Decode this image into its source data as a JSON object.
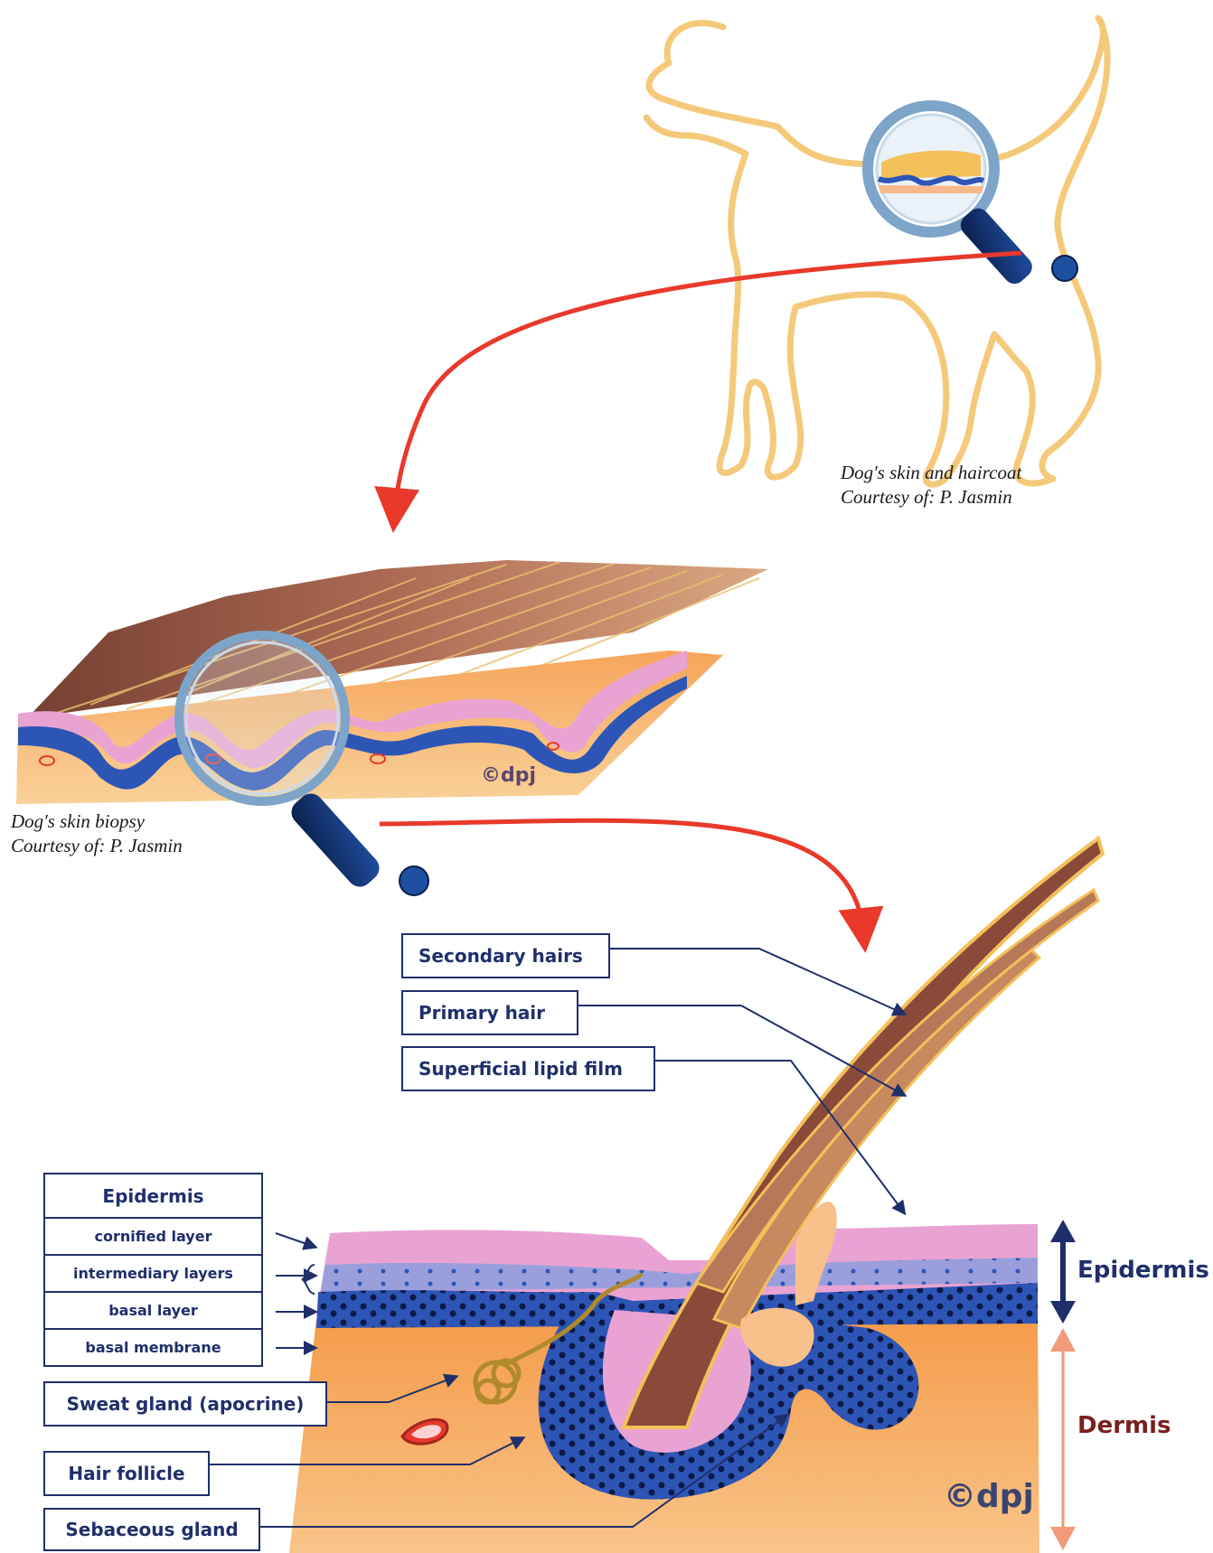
{
  "captions": {
    "dog_line1": "Dog's skin and haircoat",
    "dog_line2": "Courtesy of: P. Jasmin",
    "biopsy_line1": "Dog's skin biopsy",
    "biopsy_line2": "Courtesy of: P. Jasmin"
  },
  "labels": {
    "secondary_hairs": "Secondary hairs",
    "primary_hair": "Primary hair",
    "superficial_lipid_film": "Superficial lipid film",
    "sweat_gland": "Sweat gland (apocrine)",
    "hair_follicle": "Hair follicle",
    "sebaceous_gland": "Sebaceous gland"
  },
  "layers": {
    "title": "Epidermis",
    "items": [
      "cornified layer",
      "intermediary layers",
      "basal layer",
      "basal membrane"
    ]
  },
  "side": {
    "epidermis": "Epidermis",
    "dermis": "Dermis"
  },
  "copyright": {
    "biopsy": "©dpj",
    "diagram": "©dpj"
  },
  "colors": {
    "dog_outline": "#f5c97a",
    "red_arrow": "#e8392b",
    "navy": "#1f2f6b",
    "dermis": "#f7a95c",
    "epidermis_pink": "#e9a3d2",
    "basal_blue": "#2d55b5",
    "hair_brown": "#8a4a3a",
    "dermis_label": "#7a1f1f",
    "arrow_salmon": "#f29a7a"
  }
}
